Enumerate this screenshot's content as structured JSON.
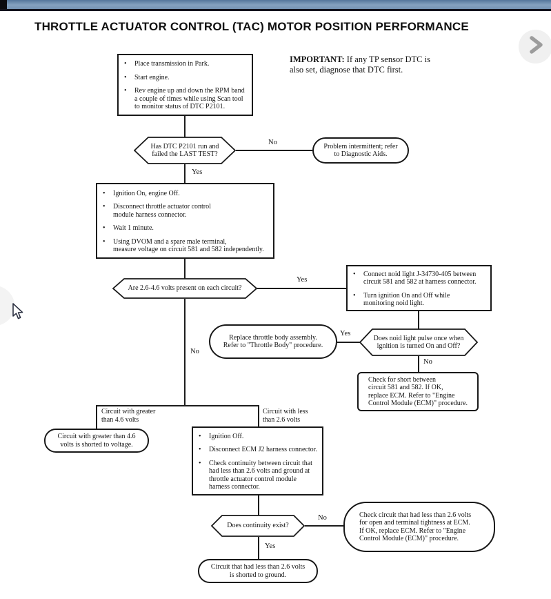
{
  "title": "THROTTLE ACTUATOR CONTROL (TAC) MOTOR POSITION PERFORMANCE",
  "important": {
    "label": "IMPORTANT:",
    "text": " If any TP sensor DTC is\nalso set, diagnose that DTC first."
  },
  "nav": {
    "next_icon": "chevron-right",
    "prev_icon": "chevron-left"
  },
  "colors": {
    "topbar_blue": "#7e9cba",
    "topbar_border": "#13131d",
    "line_black": "#1c1c1c",
    "nav_circle_gray": "#f0f0f0",
    "nav_chevron_gray": "#9c9c9c"
  },
  "flowchart": {
    "steps": {
      "prep": {
        "bullets": [
          "Place transmission in Park.",
          "Start engine.",
          "Rev engine up and down the RPM band\na couple of times while using Scan tool\nto monitor status of DTC P2101."
        ]
      },
      "voltage_check": {
        "bullets": [
          "Ignition On, engine Off.",
          "Disconnect throttle actuator control\nmodule harness connector.",
          "Wait 1 minute.",
          "Using DVOM and a spare male terminal,\nmeasure voltage on circuit 581 and 582 independently."
        ]
      },
      "noid_light": {
        "bullets": [
          "Connect noid light J-34730-405 between\ncircuit 581 and 582 at harness connector.",
          "Turn ignition On and Off while\nmonitoring noid light."
        ]
      },
      "continuity_check": {
        "bullets": [
          "Ignition Off.",
          "Disconnect ECM J2 harness connector.",
          "Check continuity between circuit that\nhad less than 2.6 volts and ground at\nthrottle actuator control module\nharness connector."
        ]
      }
    },
    "decisions": {
      "dtc_run": "Has DTC P2101 run and\nfailed the LAST TEST?",
      "volts_present": "Are 2.6-4.6 volts present on each circuit?",
      "noid_pulse": "Does noid light pulse once when\nignition is turned On and Off?",
      "continuity": "Does continuity exist?"
    },
    "terminals": {
      "intermittent": "Problem intermittent; refer\nto Diagnostic Aids.",
      "replace_throttle_body": "Replace throttle body assembly.\nRefer to \"Throttle Body\" procedure.",
      "check_short": "Check for short between\ncircuit 581 and 582. If OK,\nreplace ECM. Refer to \"Engine\nControl Module (ECM)\" procedure.",
      "shorted_voltage": "Circuit with greater than 4.6\nvolts is shorted to voltage.",
      "check_open": "Check circuit that had less than 2.6 volts\nfor open and terminal tightness at ECM.\nIf OK, replace ECM. Refer to \"Engine\nControl Module (ECM)\" procedure.",
      "shorted_ground": "Circuit that had less than 2.6 volts\nis shorted to ground."
    },
    "labels": {
      "yes": "Yes",
      "no": "No",
      "branch_high": "Circuit with greater\nthan 4.6 volts",
      "branch_low": "Circuit with less\nthan 2.6 volts"
    }
  }
}
